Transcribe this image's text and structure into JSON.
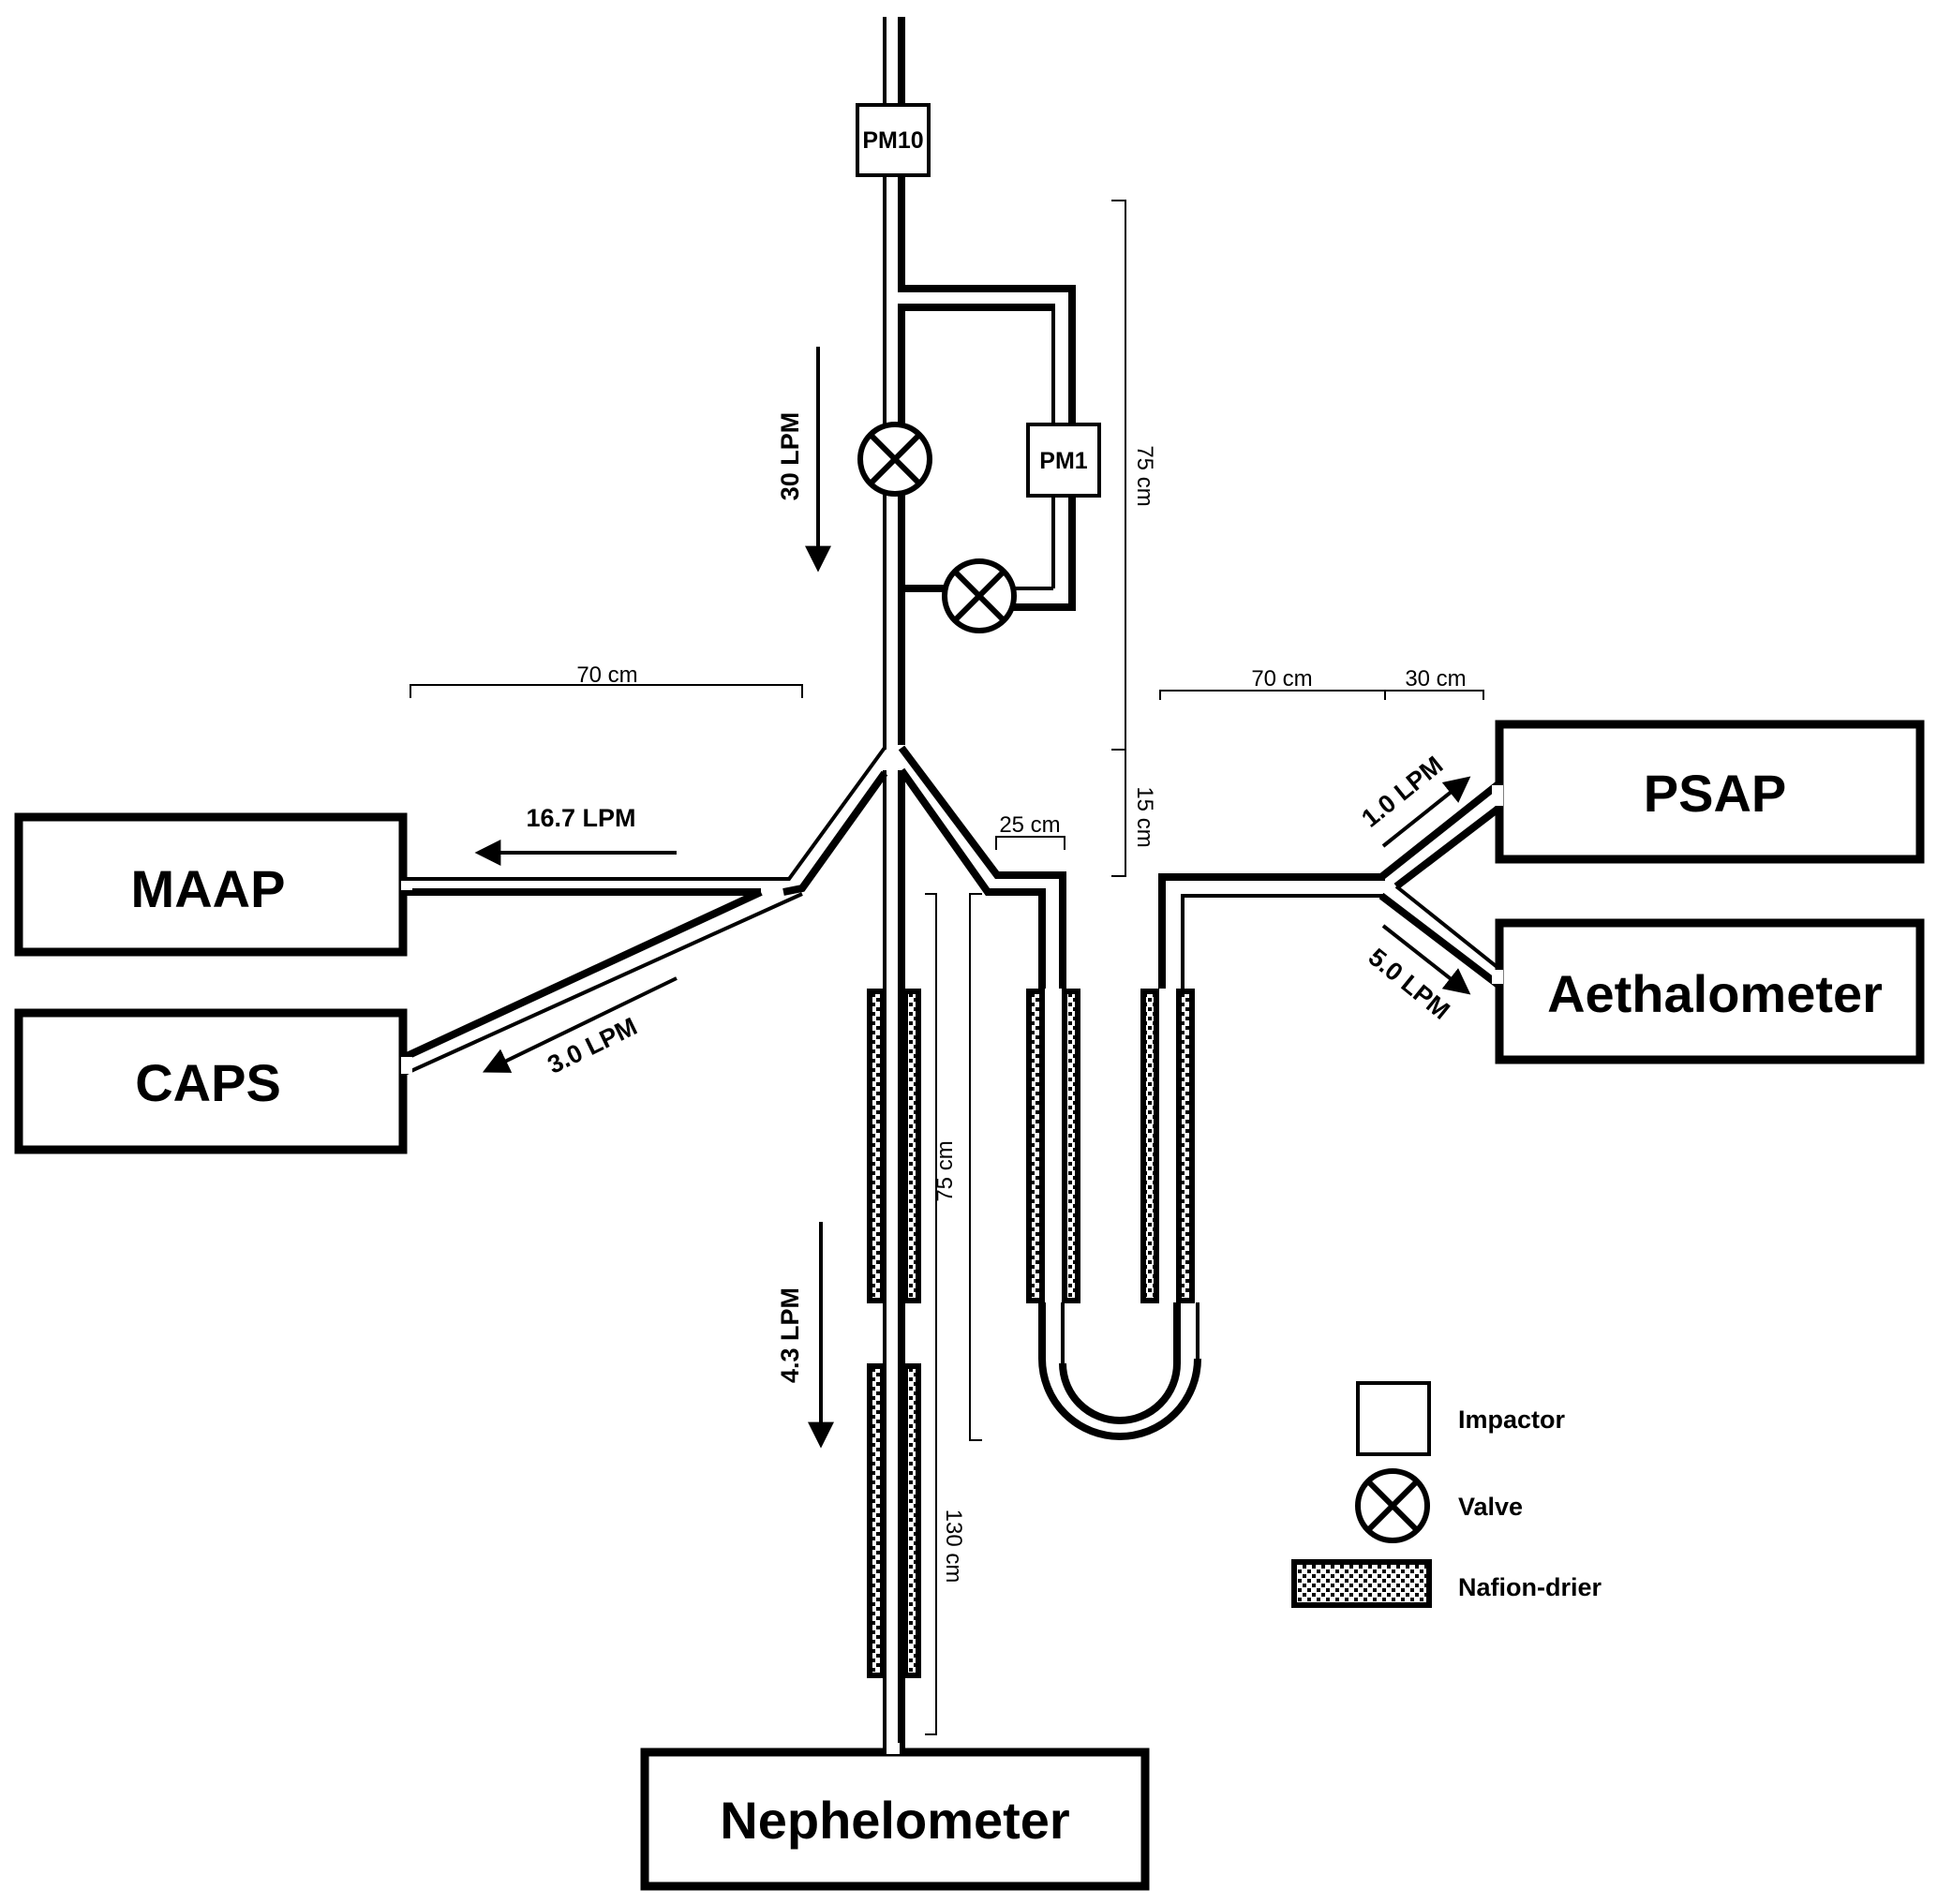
{
  "instruments": {
    "maap": "MAAP",
    "caps": "CAPS",
    "psap": "PSAP",
    "aethalometer": "Aethalometer",
    "nephelometer": "Nephelometer"
  },
  "impactors": {
    "pm10": "PM10",
    "pm1": "PM1"
  },
  "flows": {
    "inlet": "30 LPM",
    "maap": "16.7 LPM",
    "caps": "3.0 LPM",
    "psap": "1.0 LPM",
    "aethalometer": "5.0 LPM",
    "nephelometer": "4.3 LPM"
  },
  "dimensions": {
    "left_horizontal": "70 cm",
    "right_horizontal": "70 cm",
    "right_extension": "30 cm",
    "upper_vertical": "75 cm",
    "lower_vertical": "15 cm",
    "u_tube_width": "25 cm",
    "drier_section": "75 cm",
    "neph_line": "130 cm"
  },
  "legend": {
    "impactor": "Impactor",
    "valve": "Valve",
    "nafion": "Nafion-drier"
  }
}
